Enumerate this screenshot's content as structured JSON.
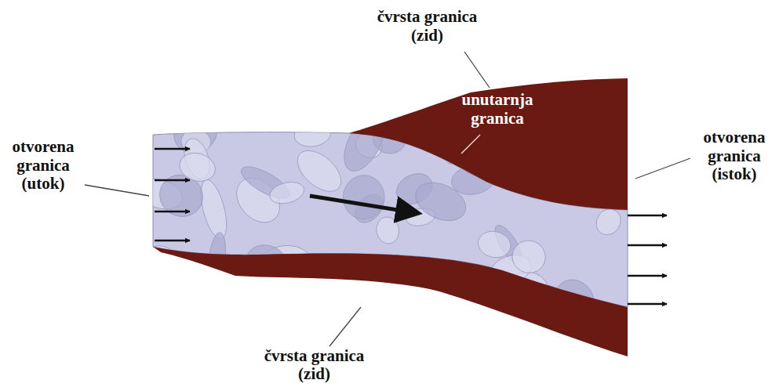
{
  "diagram": {
    "labels": [
      "čvrsta granica (zid)",
      "otvorena granica (utok)",
      "unutarnja granica",
      "otvorena granica (istok)",
      "čvrsta granica (zid)"
    ]
  }
}
